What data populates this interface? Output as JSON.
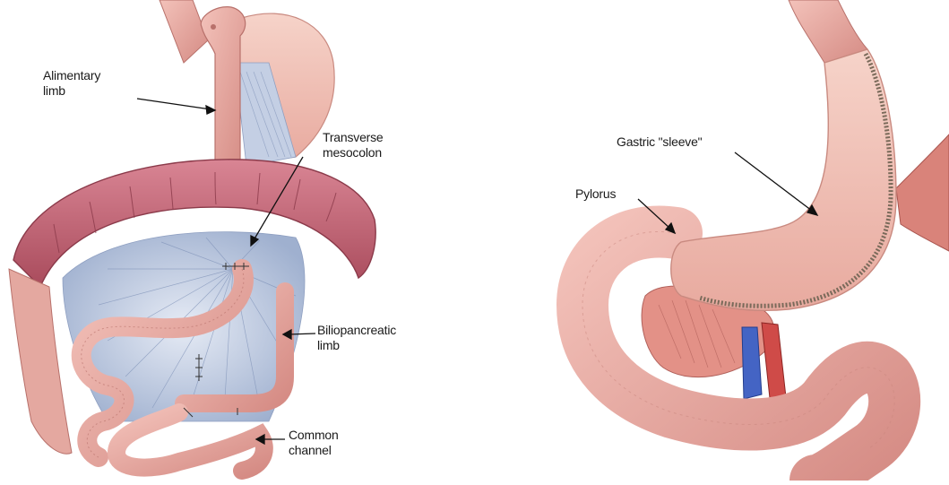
{
  "left_panel": {
    "labels": {
      "alimentary_limb": "Alimentary\nlimb",
      "transverse_mesocolon": "Transverse\nmesocolon",
      "biliopancreatic_limb": "Biliopancreatic\nlimb",
      "common_channel": "Common\nchannel"
    }
  },
  "right_panel": {
    "labels": {
      "gastric_sleeve": "Gastric \"sleeve\"",
      "pylorus": "Pylorus"
    }
  },
  "colors": {
    "bowel": "#e8a59e",
    "bowel_dark": "#c97a74",
    "colon": "#b85c6c",
    "mesentery": "#b9c6de",
    "stomach": "#f2c4b8",
    "vein": "#4060c0",
    "artery": "#c83a3a"
  }
}
